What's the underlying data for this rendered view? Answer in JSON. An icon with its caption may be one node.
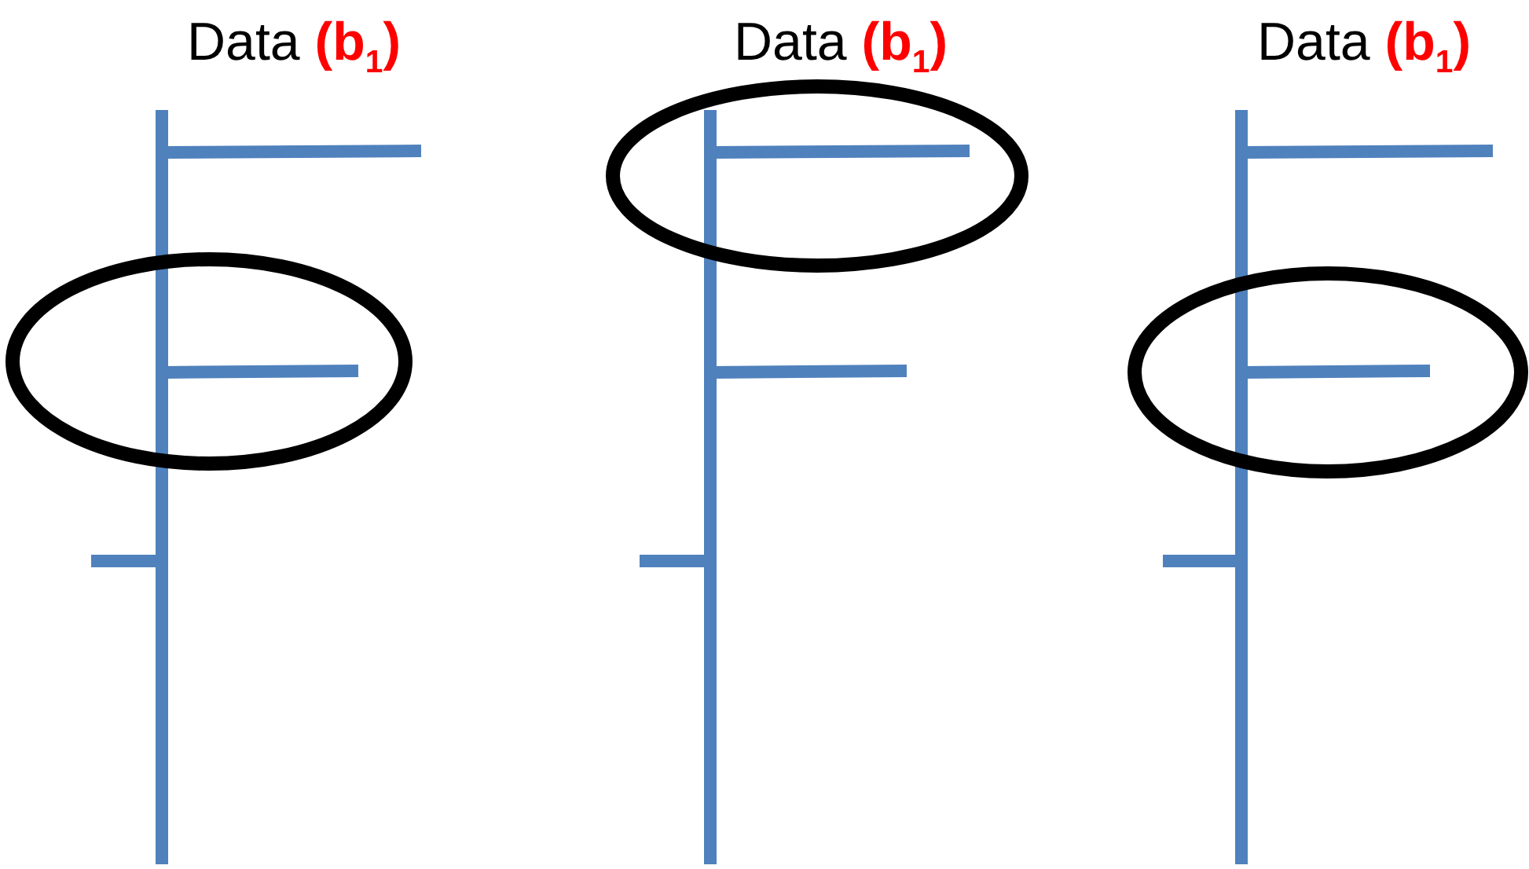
{
  "diagram": {
    "labels": [
      "Data **(b$_{1}$)**",
      "Data **(b$_{1}$)**",
      "Data **(b$_{1}$)**"
    ]
  }
}
